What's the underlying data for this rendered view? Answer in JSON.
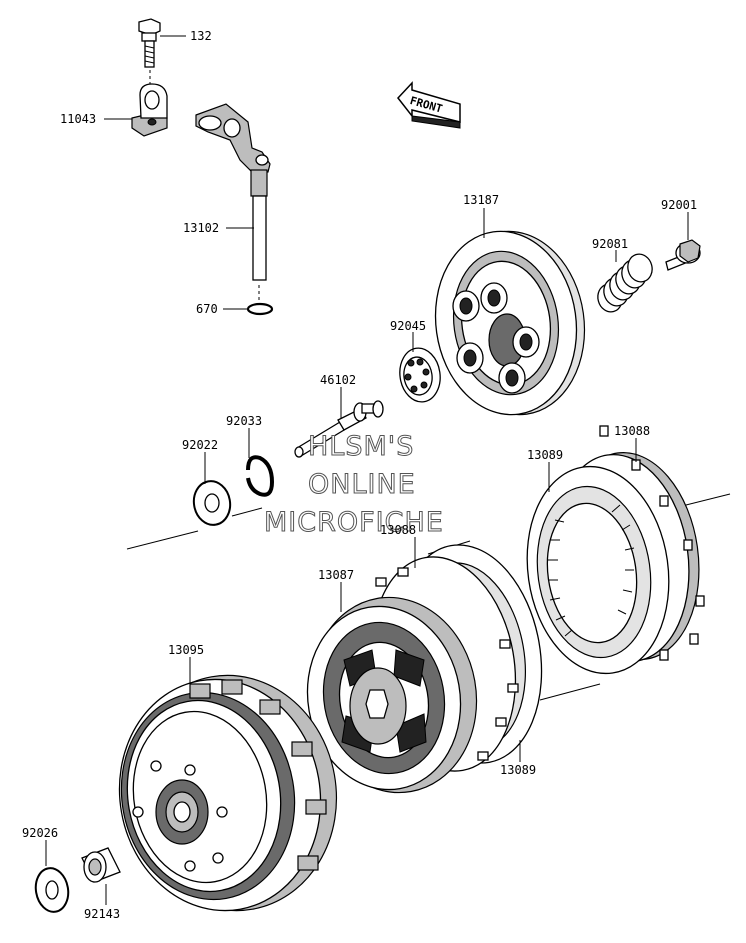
{
  "front_marker": "FRONT",
  "watermark": {
    "line1": "HLSM'S",
    "line2": "ONLINE",
    "line3": "MICROFICHE"
  },
  "parts": {
    "p132": "132",
    "p11043": "11043",
    "p13102": "13102",
    "p670": "670",
    "p13187": "13187",
    "p92001": "92001",
    "p92081": "92081",
    "p92045": "92045",
    "p46102": "46102",
    "p92033": "92033",
    "p92022": "92022",
    "p13088_top": "13088",
    "p13089_top": "13089",
    "p13088_mid": "13088",
    "p13087": "13087",
    "p13095": "13095",
    "p13089_bottom": "13089",
    "p92026": "92026",
    "p92143": "92143"
  }
}
